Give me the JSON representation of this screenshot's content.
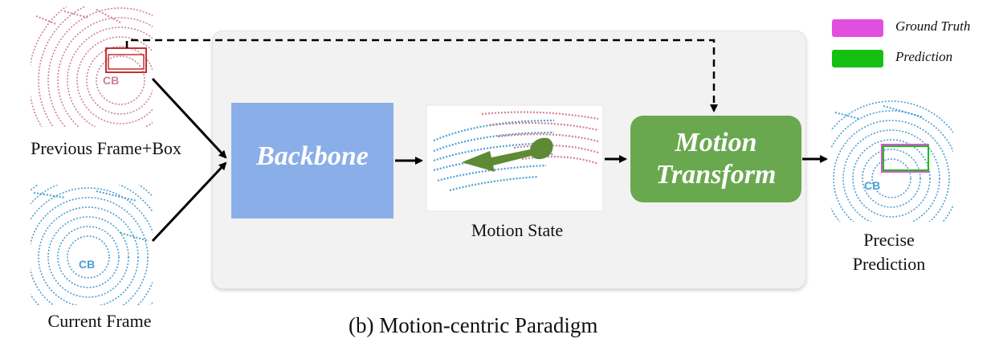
{
  "legend": {
    "ground_truth_label": "Ground Truth",
    "prediction_label": "Prediction"
  },
  "inputs": {
    "previous_frame_label": "Previous Frame+Box",
    "current_frame_label": "Current Frame"
  },
  "paradigm": {
    "backbone_label": "Backbone",
    "motion_state_label": "Motion State",
    "motion_transform_line1": "Motion",
    "motion_transform_line2": "Transform"
  },
  "output": {
    "line1": "Precise",
    "line2": "Prediction"
  },
  "caption": "(b) Motion-centric Paradigm",
  "colors": {
    "ground_truth": "#e14ee0",
    "prediction": "#16c013",
    "backbone": "#8aaee8",
    "motion_transform": "#6aa84f",
    "motion_arrow": "#5f8a35",
    "previous_points": "#d08090",
    "current_points": "#4a9fd4",
    "box_red": "#c23030"
  },
  "icons": [
    "dashed-arrow",
    "solid-arrow"
  ]
}
